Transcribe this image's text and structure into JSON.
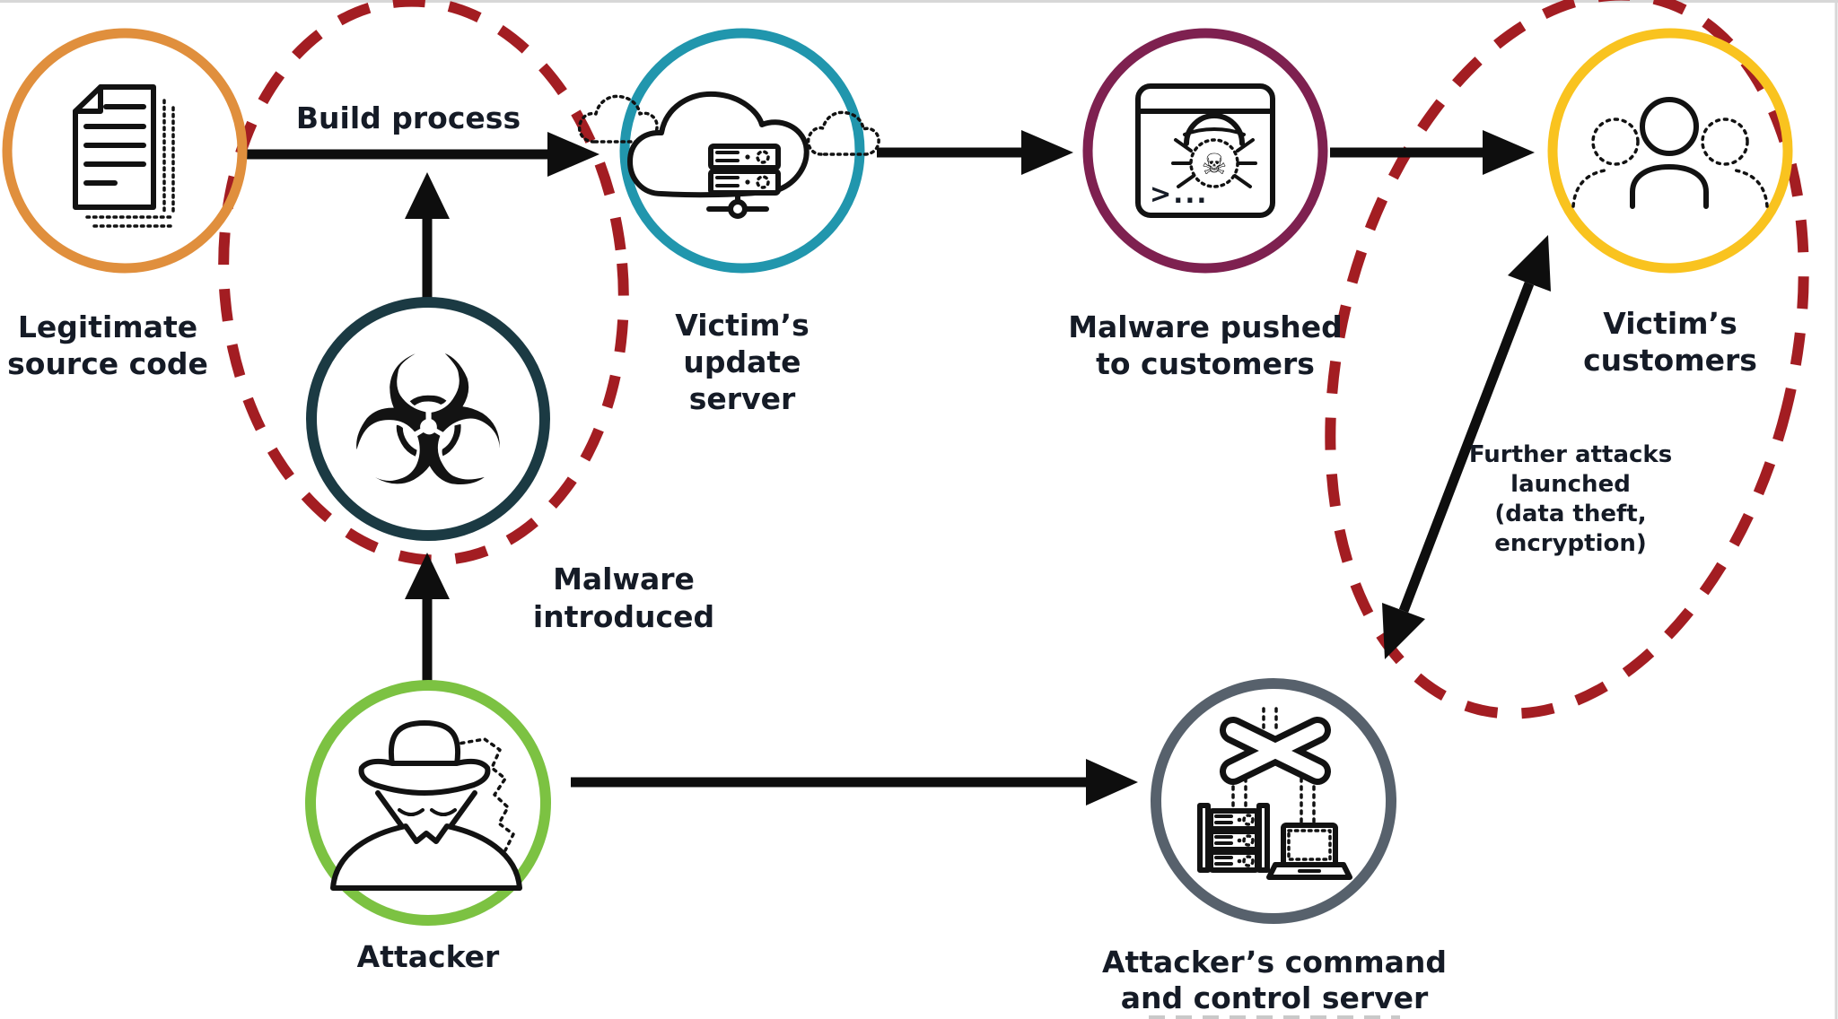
{
  "labels": {
    "build_process": "Build process",
    "source_code": [
      "Legitimate",
      "source code"
    ],
    "update_server": [
      "Victim’s",
      "update",
      "server"
    ],
    "malware_pushed": [
      "Malware pushed",
      "to customers"
    ],
    "customers": [
      "Victim’s",
      "customers"
    ],
    "attacker": "Attacker",
    "cnc": [
      "Attacker’s command",
      "and control server"
    ],
    "malware_introduced": [
      "Malware",
      "introduced"
    ],
    "further_attacks": [
      "Further attacks",
      "launched",
      "(data theft,",
      "encryption)"
    ],
    "terminal_prompt": ">..."
  },
  "icons": {
    "biohazard_glyph": "☣",
    "skull_glyph": "☠"
  },
  "colors": {
    "source_code_ring": "#E08F3D",
    "update_server_ring": "#2196AD",
    "malware_pushed_ring": "#7E2150",
    "customers_ring": "#F9C31F",
    "attacker_ring": "#7CC242",
    "cnc_ring": "#57616C",
    "biohazard_ring": "#1B3A43",
    "compromise_zone": "#A31D22",
    "arrow": "#0E0E0E",
    "text": "#151B26",
    "background": "#FFFFFF"
  }
}
